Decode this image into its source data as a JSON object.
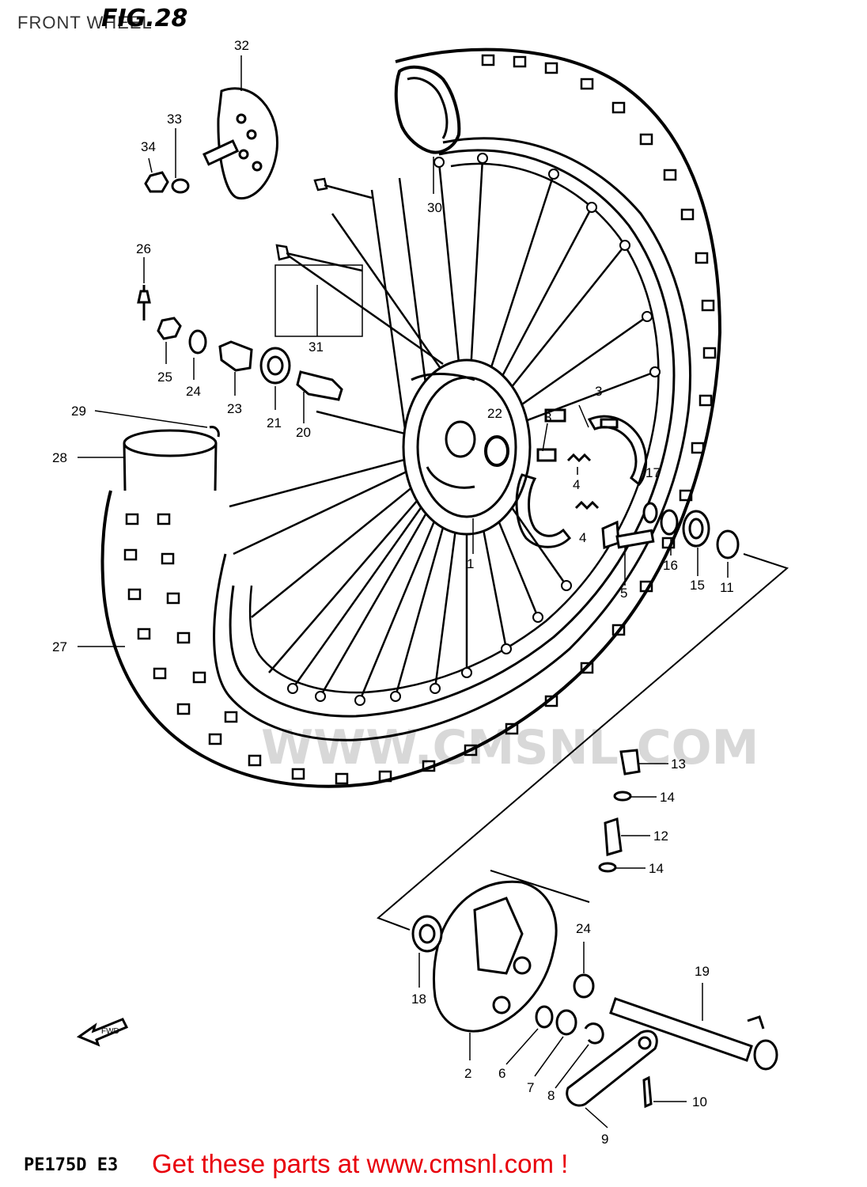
{
  "header": {
    "section_title": "FRONT WHEEL",
    "figure_number": "FIG.28"
  },
  "footer": {
    "model_code": "PE175D  E3",
    "promo_text": "Get these parts at www.cmsnl.com !"
  },
  "watermark": {
    "text": "WWW.CMSNL.COM"
  },
  "fwd_marker": "FWD",
  "parts": [
    "32",
    "33",
    "34",
    "30",
    "26",
    "31",
    "25",
    "24",
    "23",
    "21",
    "20",
    "22",
    "3",
    "29",
    "28",
    "4",
    "17",
    "16",
    "15",
    "11",
    "1",
    "5",
    "27",
    "13",
    "14",
    "12",
    "24",
    "19",
    "18",
    "2",
    "6",
    "7",
    "8",
    "9",
    "10"
  ]
}
